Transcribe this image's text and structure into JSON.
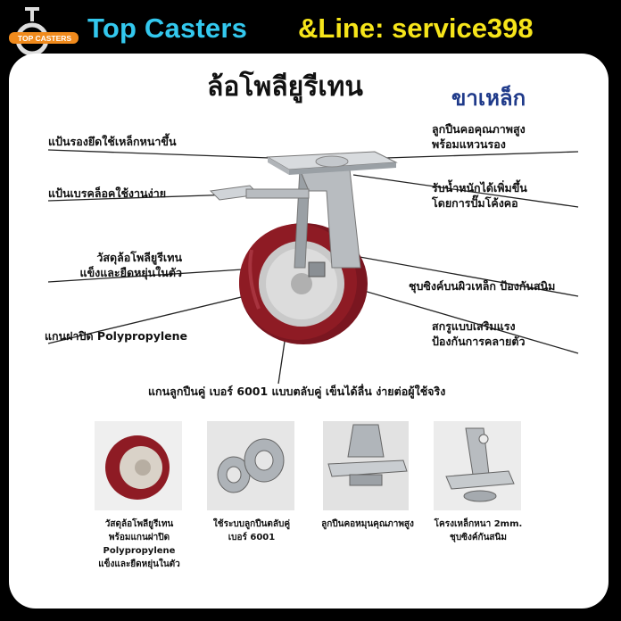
{
  "header": {
    "brand": "Top Casters",
    "line": "&Line: service398",
    "logo_text": "TOP CASTERS"
  },
  "product": {
    "title": "ล้อโพลียูรีเทน",
    "subtitle": "ขาเหล็ก"
  },
  "callouts": {
    "left1": "แป้นรองยึดใช้เหล็กหนาขึ้น",
    "left2": "แป้นเบรคล็อคใช้งานง่าย",
    "left3a": "วัสดุล้อโพลียูรีเทน",
    "left3b": "แข็งและยืดหยุ่นในตัว",
    "left4": "แกนฝาปิด Polypropylene",
    "right1a": "ลูกปืนคอคุณภาพสูง",
    "right1b": "พร้อมแหวนรอง",
    "right2a": "รับน้ำหนักได้เพิ่มขึ้น",
    "right2b": "โดยการปั๊มโค้งคอ",
    "right3": "ชุบซิงค์บนผิวเหล็ก ป้องกันสนิม",
    "right4a": "สกรูแบบเสริมแรง",
    "right4b": "ป้องกันการคลายตัว",
    "bottom": "แกนลูกปืนคู่ เบอร์ 6001 แบบตลับคู่ เข็นได้ลื่น ง่ายต่อผู้ใช้จริง"
  },
  "features": [
    {
      "line1": "วัสดุล้อโพลียูรีเทน",
      "line2": "พร้อมแกนฝาปิด Polypropylene",
      "line3": "แข็งและยืดหยุ่นในตัว"
    },
    {
      "line1": "ใช้ระบบลูกปืนตลับคู่",
      "line2": "เบอร์ 6001",
      "line3": ""
    },
    {
      "line1": "ลูกปืนคอหมุนคุณภาพสูง",
      "line2": "",
      "line3": ""
    },
    {
      "line1": "โครงเหล็กหนา 2mm.",
      "line2": "ชุบซิงค์กันสนิม",
      "line3": ""
    }
  ],
  "colors": {
    "background": "#000000",
    "brand": "#33c8ee",
    "line": "#f6e51a",
    "subtitle": "#1f3a8a",
    "wheel": "#8e1b24"
  }
}
